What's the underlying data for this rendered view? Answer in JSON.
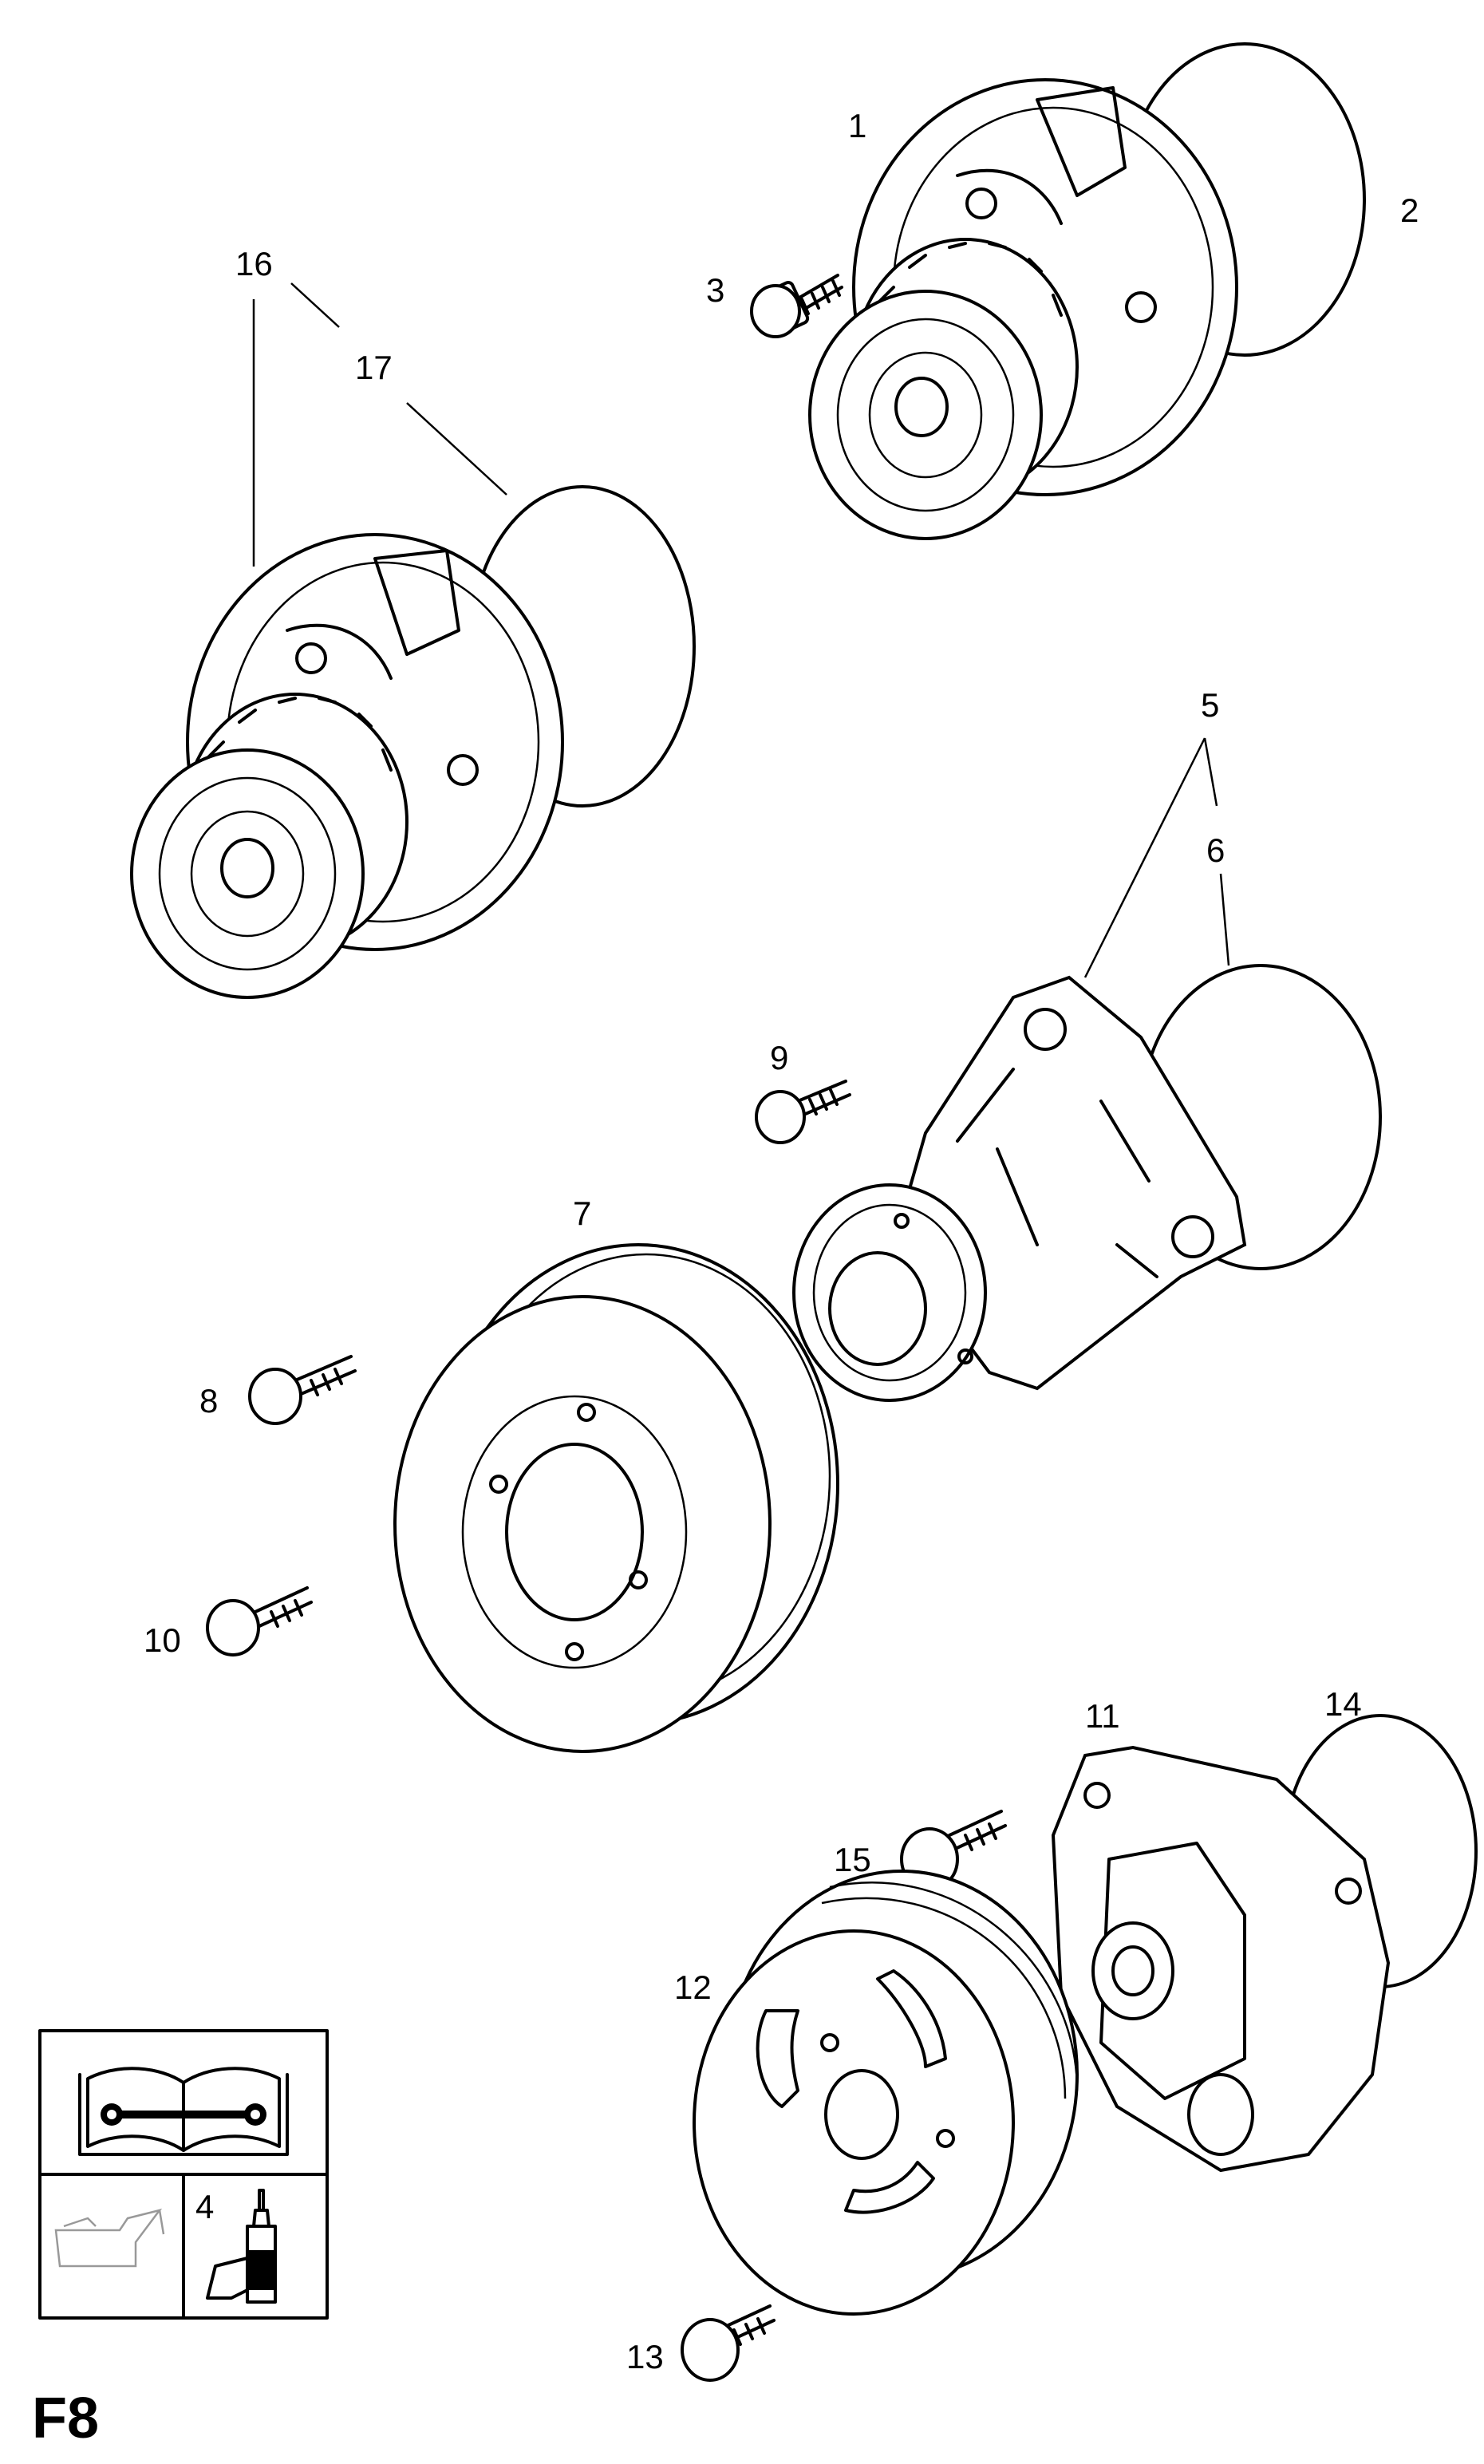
{
  "figure_label": "F8",
  "callouts": [
    "1",
    "2",
    "3",
    "4",
    "5",
    "6",
    "7",
    "8",
    "9",
    "10",
    "11",
    "12",
    "13",
    "14",
    "15",
    "16",
    "17"
  ],
  "colors": {
    "line": "#000000",
    "background": "#ffffff",
    "faded_icon": "#999999"
  },
  "icons": [
    "manual-book-wrench-icon",
    "oil-can-icon",
    "sealant-bottle-icon"
  ]
}
